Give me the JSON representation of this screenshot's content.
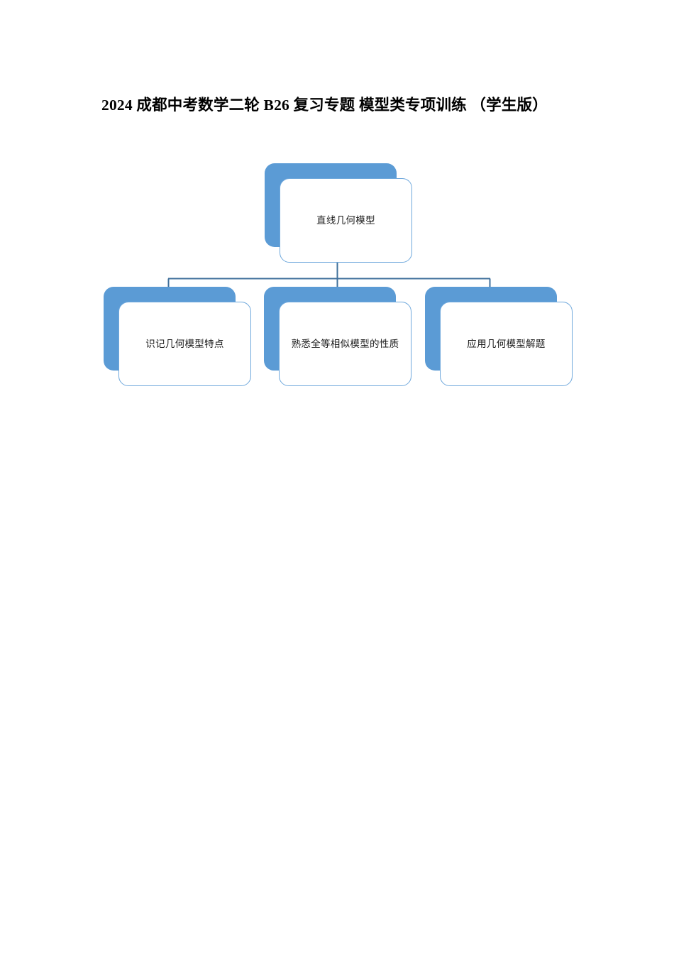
{
  "document": {
    "title": "2024 成都中考数学二轮 B26 复习专题  模型类专项训练  （学生版）"
  },
  "diagram": {
    "type": "hierarchy",
    "accent_color": "#5B9BD5",
    "border_color": "#6FA8DC",
    "connector_color": "#41719C",
    "background_color": "#FFFFFF",
    "root": {
      "label": "直线几何模型"
    },
    "children": [
      {
        "label": "识记几何模型特点"
      },
      {
        "label": "熟悉全等相似模型的性质"
      },
      {
        "label": "应用几何模型解题"
      }
    ]
  }
}
